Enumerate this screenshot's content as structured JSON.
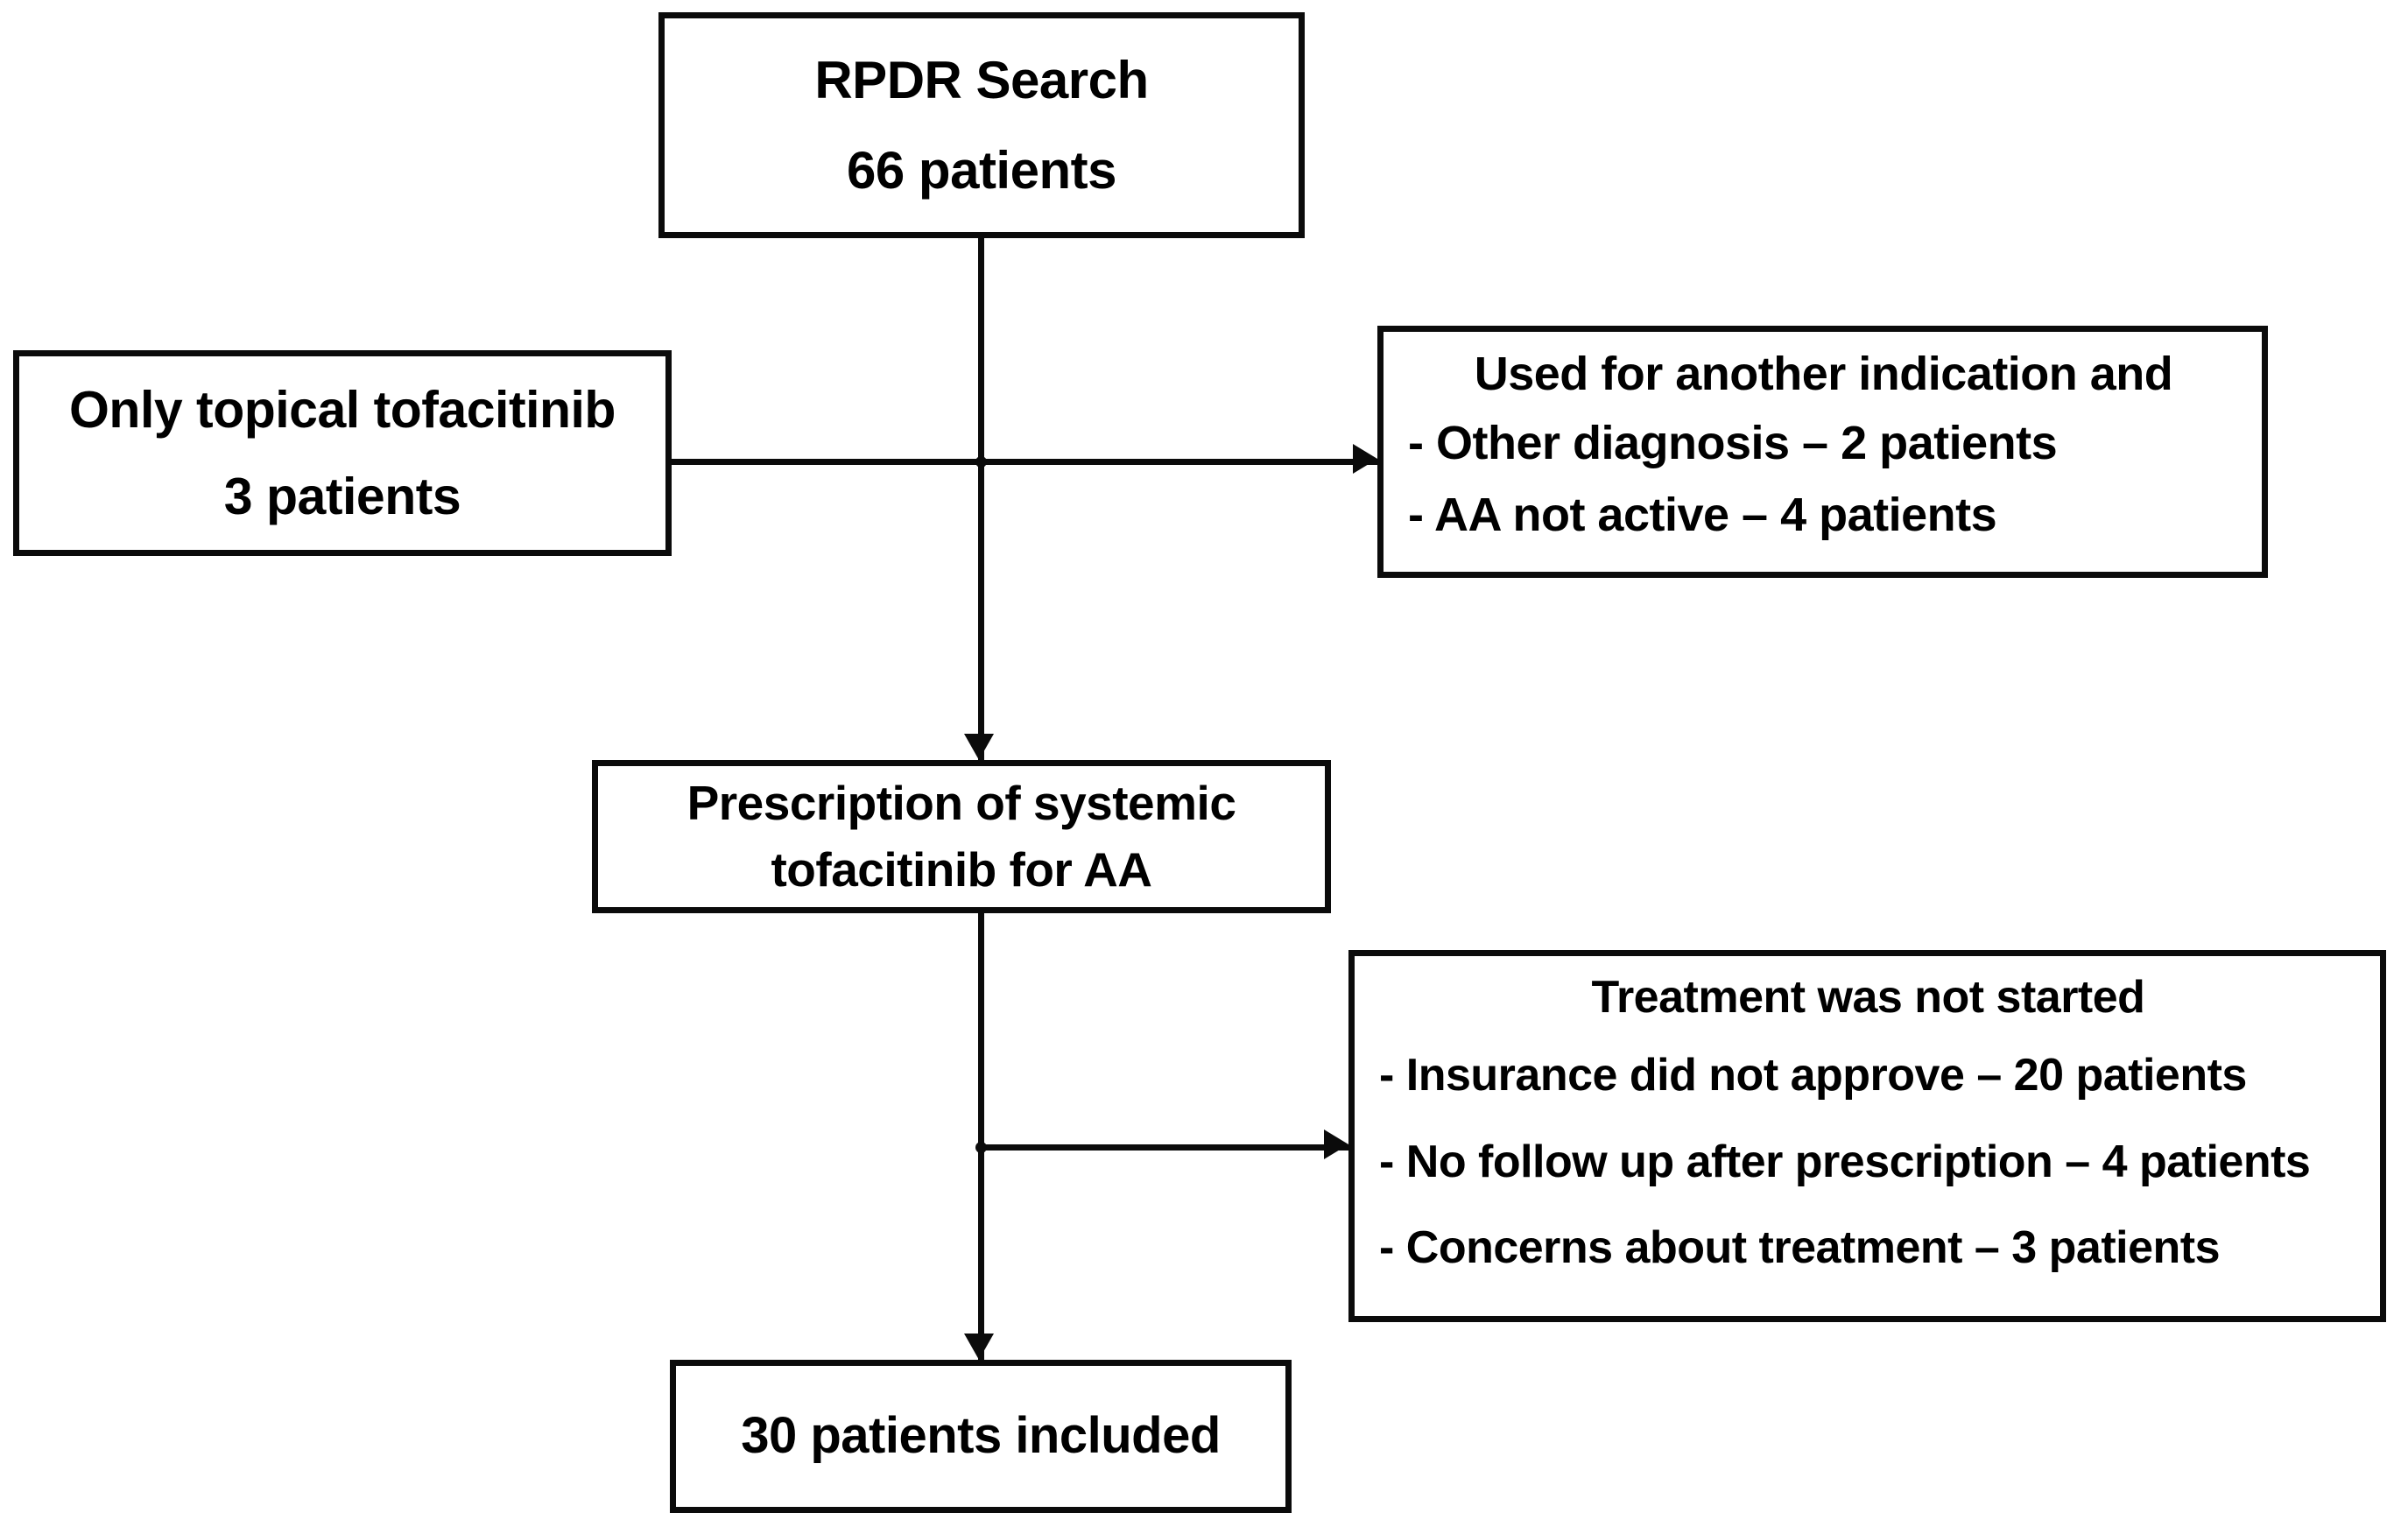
{
  "figure": {
    "type": "flowchart",
    "title": "Patient selection flow diagram",
    "colors": {
      "stroke": "#0b0b0b",
      "fill": "#ffffff",
      "text": "#000000"
    }
  },
  "nodes": {
    "rpdr": {
      "id": "rpdr-search",
      "line1": "RPDR Search",
      "line2": "66 patients",
      "count": 66
    },
    "topical": {
      "id": "only-topical-tofacitinib",
      "line1": "Only topical tofacitinib",
      "line2": "3 patients",
      "count": 3
    },
    "another_indication": {
      "id": "used-for-another-indication",
      "heading": "Used for another indication and",
      "bullets": [
        "- Other diagnosis – 2 patients",
        "- AA not active – 4 patients"
      ],
      "counts": [
        2,
        4
      ]
    },
    "prescription": {
      "id": "prescription-of-systemic-tofacitinib",
      "line1": "Prescription of systemic",
      "line2": "tofacitinib for AA"
    },
    "treatment_not_started": {
      "id": "treatment-was-not-started",
      "heading": "Treatment was not started",
      "bullets": [
        "- Insurance did not approve – 20 patients",
        "- No follow up after prescription – 4 patients",
        "- Concerns about treatment – 3 patients"
      ],
      "counts": [
        20,
        4,
        3
      ]
    },
    "included": {
      "id": "patients-included",
      "line1": "30 patients included",
      "count": 30
    }
  },
  "connectors": [
    {
      "id": "rpdr-to-prescription",
      "from": "rpdr",
      "to": "prescription",
      "style": "vertical-arrow"
    },
    {
      "id": "trunk-to-topical",
      "from": "rpdr-trunk",
      "to": "topical",
      "style": "horizontal-arrow-left"
    },
    {
      "id": "trunk-to-another-indication",
      "from": "rpdr-trunk",
      "to": "another_indication",
      "style": "horizontal-arrow-right"
    },
    {
      "id": "prescription-to-included",
      "from": "prescription",
      "to": "included",
      "style": "vertical-arrow"
    },
    {
      "id": "trunk-to-treatment-not-started",
      "from": "prescription-trunk",
      "to": "treatment_not_started",
      "style": "horizontal-arrow-right"
    }
  ]
}
